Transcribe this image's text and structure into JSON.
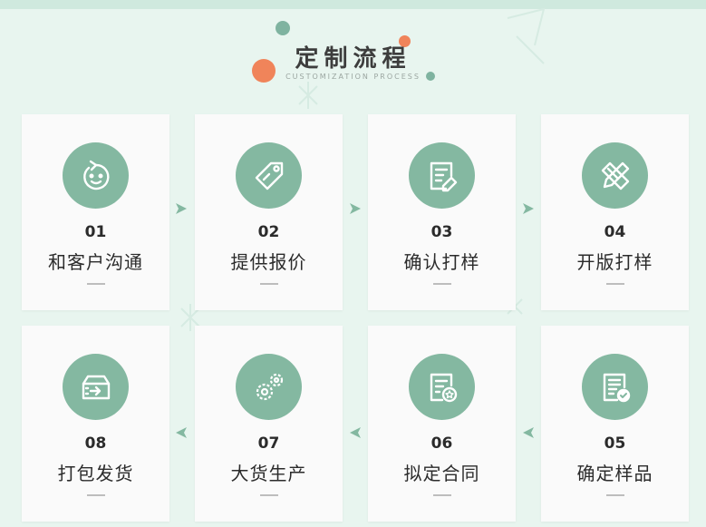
{
  "header": {
    "title": "定制流程",
    "subtitle": "CUSTOMIZATION PROCESS"
  },
  "colors": {
    "accent": "#84b8a1",
    "background": "#e8f5ef",
    "card": "#fafafa",
    "arrow": "#84b8a1",
    "orange_dot": "#f0845a",
    "teal_dot": "#7fb3a0"
  },
  "steps": [
    {
      "num": "01",
      "label": "和客户沟通",
      "icon": "chat-face-icon"
    },
    {
      "num": "02",
      "label": "提供报价",
      "icon": "price-tag-icon"
    },
    {
      "num": "03",
      "label": "确认打样",
      "icon": "document-edit-icon"
    },
    {
      "num": "04",
      "label": "开版打样",
      "icon": "ruler-pencil-icon"
    },
    {
      "num": "05",
      "label": "确定样品",
      "icon": "checklist-approved-icon"
    },
    {
      "num": "06",
      "label": "拟定合同",
      "icon": "contract-star-icon"
    },
    {
      "num": "07",
      "label": "大货生产",
      "icon": "gears-icon"
    },
    {
      "num": "08",
      "label": "打包发货",
      "icon": "package-ship-icon"
    }
  ]
}
